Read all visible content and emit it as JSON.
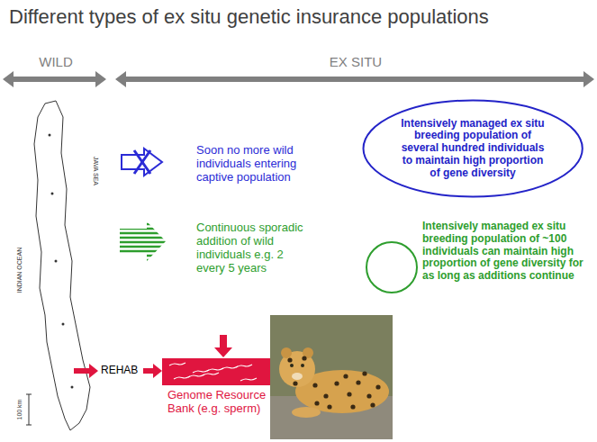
{
  "diagram": {
    "title": "Different types of ex situ genetic insurance populations",
    "nodes": [
      {
        "text": [
          "Intensively managed ex situ breeding population of several hundred individuals to maintain high proportion of gene diversity"
        ]
      },
      {
        "text": [
          "Intensively managed ex situ breeding population of ~100 individuals can maintain high proportion of gene diversity for as long as additions continue"
        ]
      },
      {
        "text": [
          "Genome Resource Bank (e.g. sperm)"
        ]
      }
    ],
    "labels": [
      "WILD",
      "EX SITU",
      "Soon no more wild individuals entering captive population",
      "Continuous sporadic addition of wild individuals e.g. 2 every 5 years",
      "REHAB",
      "INDIAN OCEAN",
      "JAVA SEA",
      "100 km"
    ]
  }
}
